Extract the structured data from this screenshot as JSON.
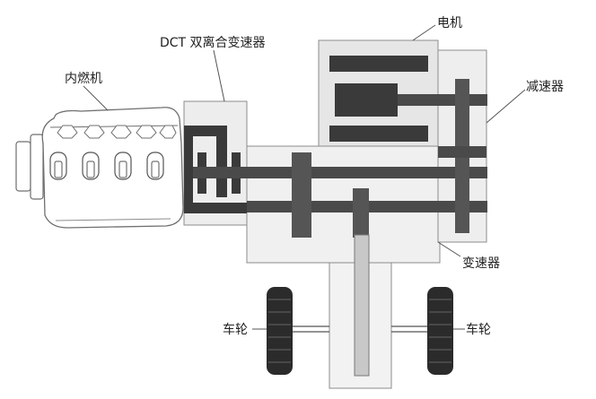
{
  "labels": {
    "engine": "内燃机",
    "dct": "DCT 双离合变速器",
    "motor": "电机",
    "reducer": "减速器",
    "gearbox": "变速器",
    "wheel_left": "车轮",
    "wheel_right": "车轮"
  },
  "colors": {
    "dark": "#3a3a3a",
    "shaft": "#4a4a4a",
    "box_fill": "#efefef",
    "box_fill_light": "#f5f5f5",
    "box_stroke": "#8c8c8c",
    "engine_stroke": "#6f6f6f",
    "output_shaft": "#c8c8c8",
    "tire": "#2b2b2b"
  }
}
